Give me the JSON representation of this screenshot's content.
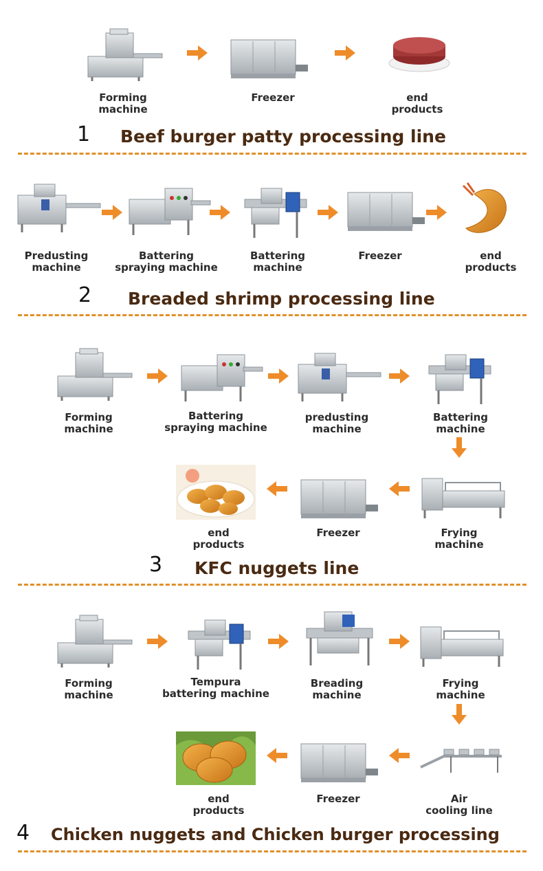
{
  "colors": {
    "accent": "#ee8c2a",
    "divider": "#e0902a",
    "title": "#4a2a12",
    "steel": "#c9ced2"
  },
  "sections": [
    {
      "number": "1",
      "title": "Beef burger patty processing line",
      "steps": [
        {
          "line1": "Forming",
          "line2": "machine"
        },
        {
          "line1": "Freezer",
          "line2": ""
        },
        {
          "line1": "end",
          "line2": "products"
        }
      ]
    },
    {
      "number": "2",
      "title": "Breaded shrimp processing line",
      "steps": [
        {
          "line1": "Predusting",
          "line2": "machine"
        },
        {
          "line1": "Battering",
          "line2": "spraying machine"
        },
        {
          "line1": "Battering",
          "line2": "machine"
        },
        {
          "line1": "Freezer",
          "line2": ""
        },
        {
          "line1": "end",
          "line2": "products"
        }
      ]
    },
    {
      "number": "3",
      "title": "KFC nuggets line",
      "steps": [
        {
          "line1": "Forming",
          "line2": "machine"
        },
        {
          "line1": "Battering",
          "line2": "spraying machine"
        },
        {
          "line1": "predusting",
          "line2": "machine"
        },
        {
          "line1": "Battering",
          "line2": "machine"
        },
        {
          "line1": "Frying",
          "line2": "machine"
        },
        {
          "line1": "Freezer",
          "line2": ""
        },
        {
          "line1": "end",
          "line2": "products"
        }
      ]
    },
    {
      "number": "4",
      "title": "Chicken nuggets and Chicken burger processing",
      "steps": [
        {
          "line1": "Forming",
          "line2": "machine"
        },
        {
          "line1": "Tempura",
          "line2": "battering machine"
        },
        {
          "line1": "Breading",
          "line2": "machine"
        },
        {
          "line1": "Frying",
          "line2": "machine"
        },
        {
          "line1": "Air",
          "line2": "cooling line"
        },
        {
          "line1": "Freezer",
          "line2": ""
        },
        {
          "line1": "end",
          "line2": "products"
        }
      ]
    }
  ]
}
